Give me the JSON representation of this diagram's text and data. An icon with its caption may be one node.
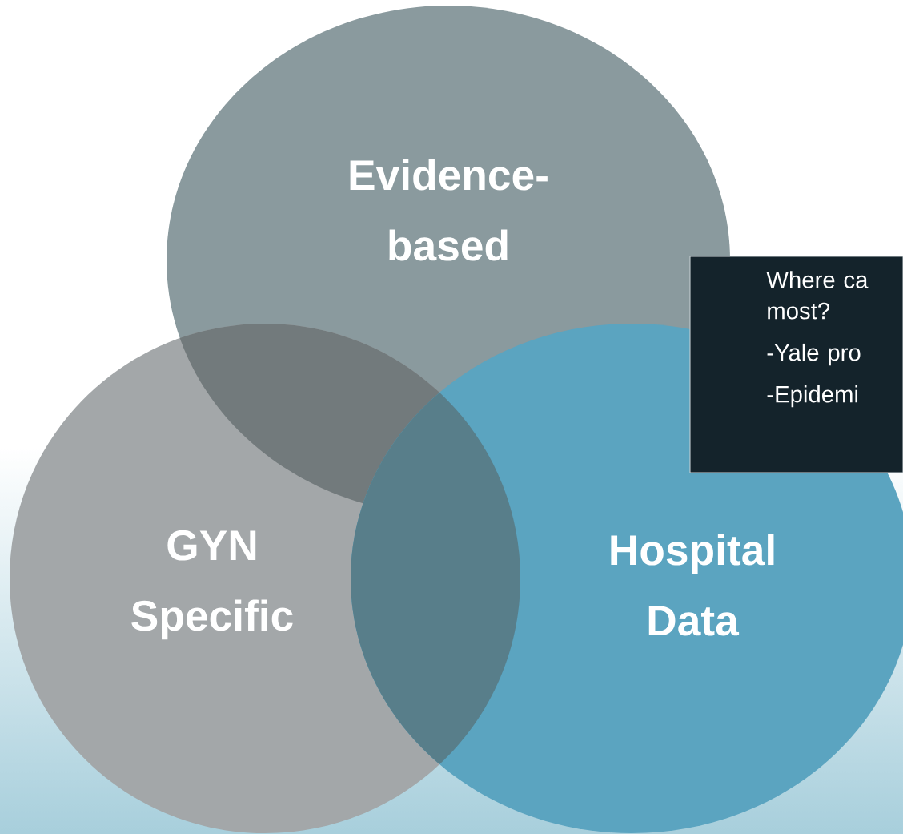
{
  "diagram": {
    "nodes": [
      {
        "text": [
          "Evidence-based"
        ]
      },
      {
        "text": [
          "Where ca most?",
          "-Yale pro",
          "-Epidemi"
        ]
      },
      {
        "text": [
          "GYN Specific"
        ]
      },
      {
        "text": [
          "Hospital Data"
        ]
      }
    ]
  }
}
